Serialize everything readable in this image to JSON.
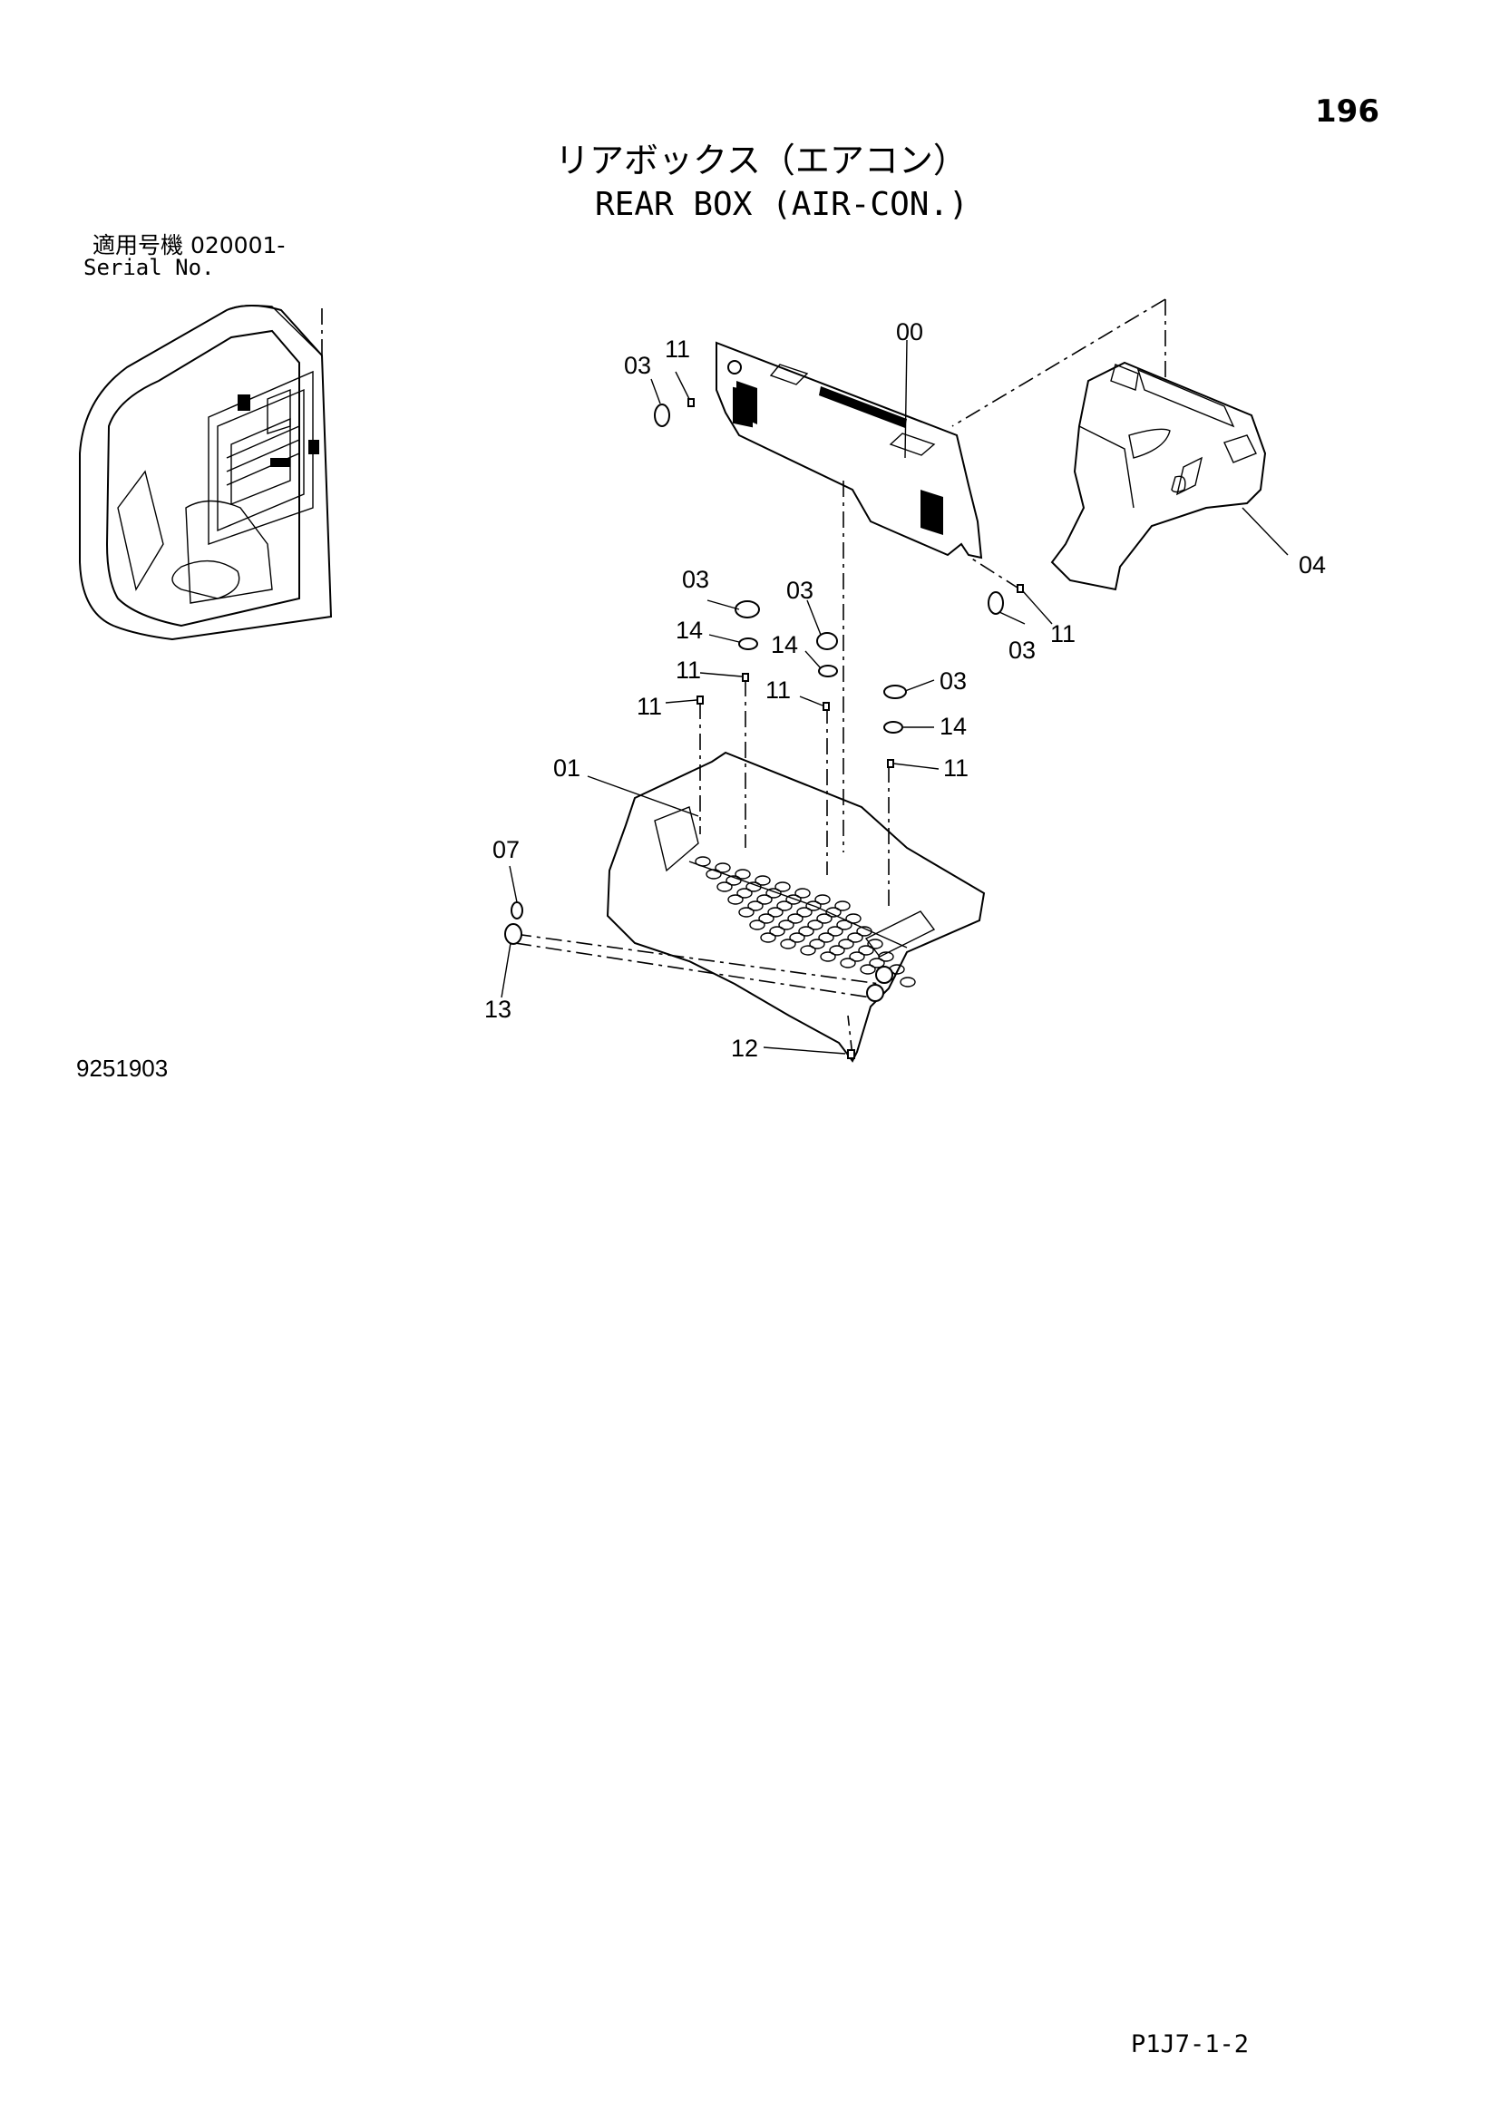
{
  "page_number": "196",
  "title_ja": "リアボックス（エアコン）",
  "title_en": "REAR BOX (AIR-CON.)",
  "serial_ja": "適用号機  020001-",
  "serial_en": "Serial No.",
  "drawing_number": "9251903",
  "footer_code": "P1J7-1-2",
  "callouts": {
    "c00": "00",
    "c01": "01",
    "c03a": "03",
    "c03b": "03",
    "c03c": "03",
    "c03d": "03",
    "c03e": "03",
    "c04": "04",
    "c07": "07",
    "c11a": "11",
    "c11b": "11",
    "c11c": "11",
    "c11d": "11",
    "c11e": "11",
    "c11f": "11",
    "c12": "12",
    "c13": "13",
    "c14a": "14",
    "c14b": "14",
    "c14c": "14"
  }
}
